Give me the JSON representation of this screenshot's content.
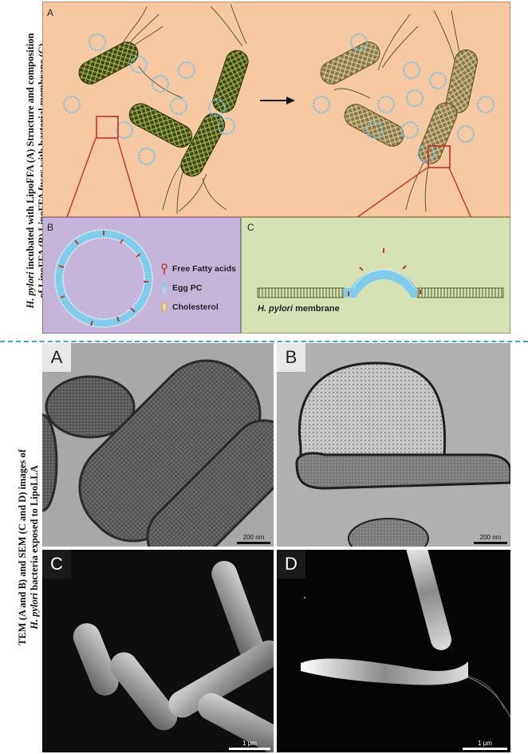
{
  "top_caption": {
    "line1_italic": "H. pylori",
    "line1_rest": " incubated with LipoFFA (A) Structure and composition",
    "line2": "of LipoFFA (B) LipoFFA fuses with bacterial membrane (C)"
  },
  "schematic": {
    "panel_a_label": "A",
    "panel_b_label": "B",
    "panel_c_label": "C",
    "legend": [
      "Free Fatty acids",
      "Egg PC",
      "Cholesterol"
    ],
    "membrane_label_italic": "H. pylori",
    "membrane_label_rest": " membrane"
  },
  "bottom_caption": {
    "line1": "TEM (A and B) and SEM (C and D) images of",
    "line2_italic": "H. pylori",
    "line2_rest": " bacteria exposed to LipoLLA"
  },
  "micrographs": {
    "a_label": "A",
    "a_scale": "200 nm",
    "b_label": "B",
    "b_scale": "200 nm",
    "c_label": "C",
    "c_scale": "1 μm",
    "d_label": "D",
    "d_scale": "1 μm"
  },
  "colors": {
    "panel_a_bg": "#f7c9a3",
    "panel_b_bg": "#c4b4d9",
    "panel_c_bg": "#d6e2b4",
    "divider": "#3aa7d8",
    "callout": "#d2231c"
  }
}
